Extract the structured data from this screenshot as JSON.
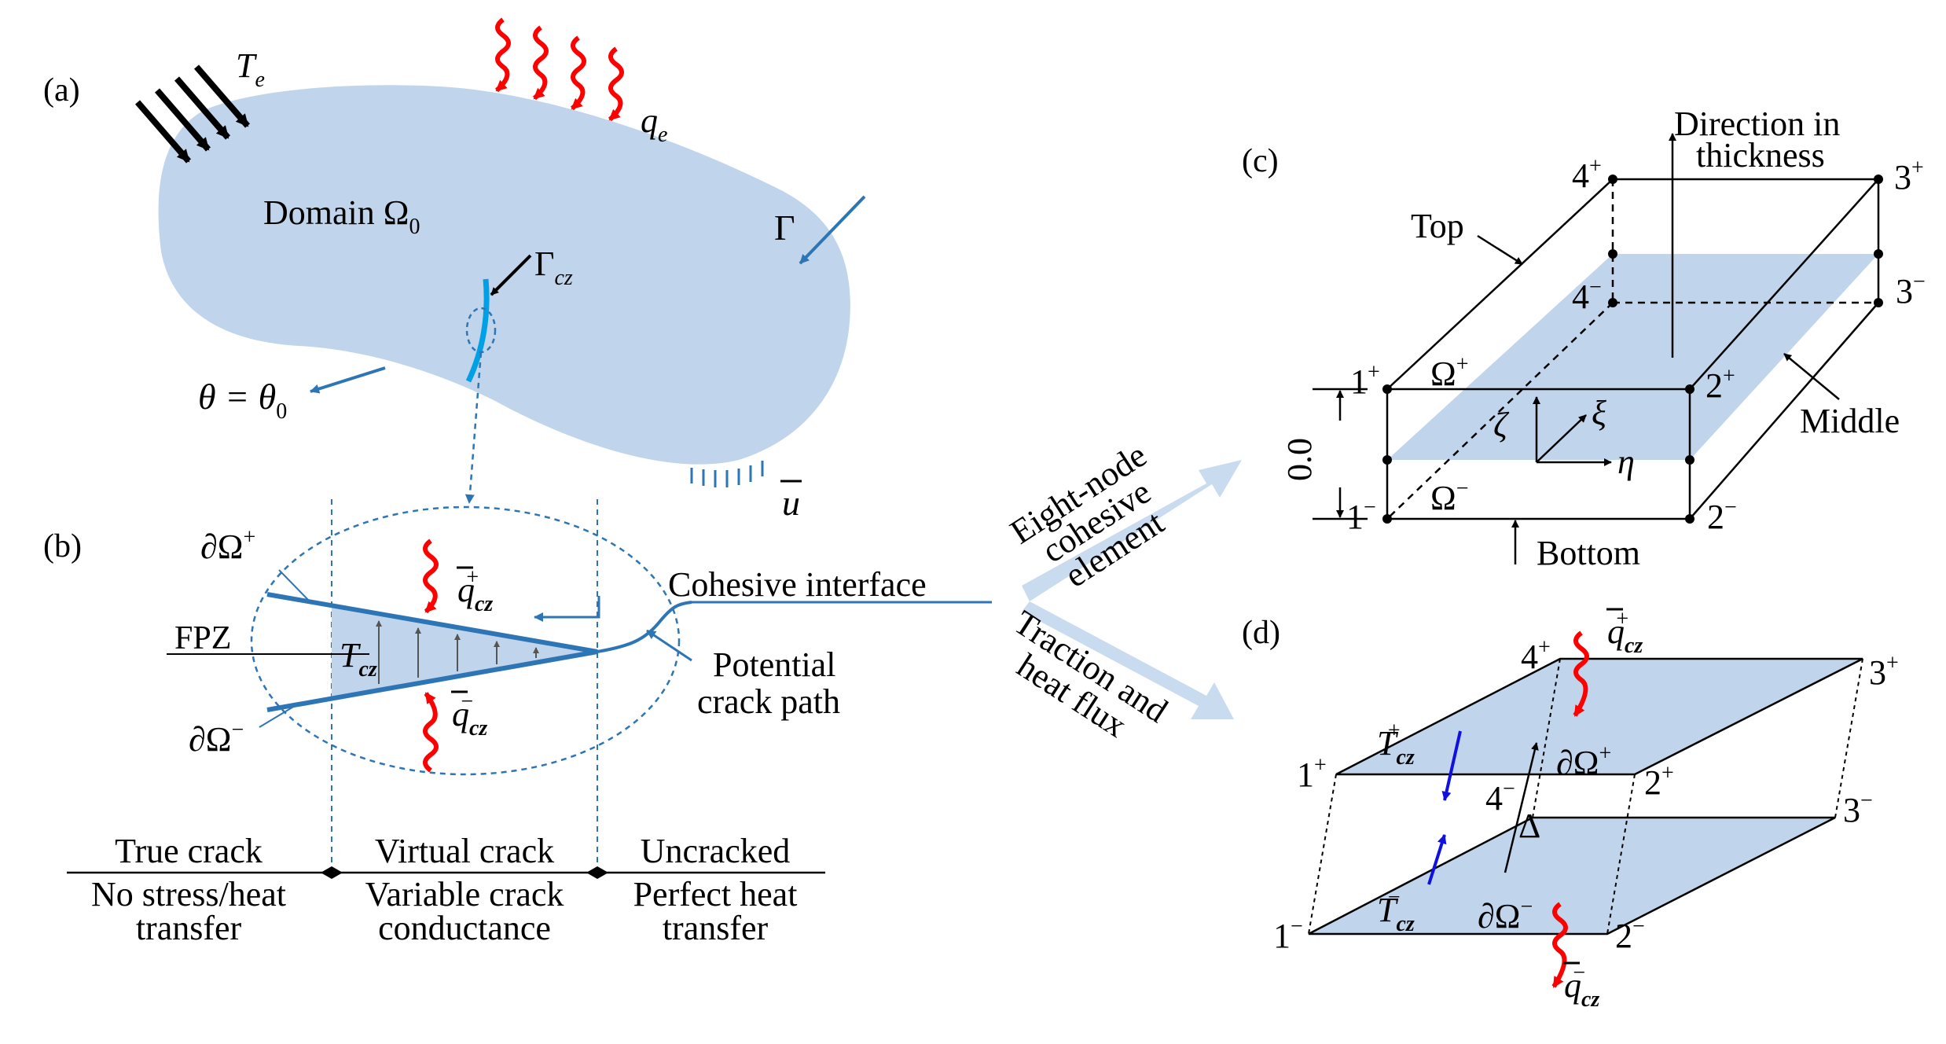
{
  "panel_labels": {
    "a": "(a)",
    "b": "(b)",
    "c": "(c)",
    "d": "(d)"
  },
  "panel_a": {
    "Te_base": "T",
    "Te_sub": "e",
    "qe_base": "q",
    "qe_sub": "e",
    "domain_prefix": "Domain Ω",
    "domain_sub": "0",
    "gamma": "Γ",
    "gamma_cz_base": "Γ",
    "gamma_cz_sub": "cz",
    "theta_eq": "θ = θ",
    "theta_sub": "0",
    "u_bar": "u"
  },
  "panel_b": {
    "dOmega_plus_base": "∂Ω",
    "dOmega_plus_sup": "+",
    "dOmega_minus_base": "∂Ω",
    "dOmega_minus_sup": "−",
    "fpz": "FPZ",
    "tcz_base": "T",
    "tcz_sub": "cz",
    "q_base": "q",
    "q_sub": "cz",
    "q_plus_sup": "+",
    "q_minus_sup": "−",
    "cohesive_interface": "Cohesive interface",
    "potential_crack_path_line1": "Potential",
    "potential_crack_path_line2": "crack path"
  },
  "zones": {
    "true_crack": "True crack",
    "true_crack_desc_line1": "No stress/heat",
    "true_crack_desc_line2": "transfer",
    "virtual_crack": "Virtual crack",
    "virtual_crack_desc_line1": "Variable crack",
    "virtual_crack_desc_line2": "conductance",
    "uncracked": "Uncracked",
    "uncracked_desc_line1": "Perfect heat",
    "uncracked_desc_line2": "transfer"
  },
  "arrows": {
    "upper_line1": "Eight-node",
    "upper_line2": "cohesive",
    "upper_line3": "element",
    "lower_line1": "Traction and",
    "lower_line2": "heat flux"
  },
  "panel_c": {
    "direction_line1": "Direction in",
    "direction_line2": "thickness",
    "top": "Top",
    "middle": "Middle",
    "bottom": "Bottom",
    "thickness_value": "0.0",
    "omega_plus_base": "Ω",
    "omega_plus_sup": "+",
    "omega_minus_base": "Ω",
    "omega_minus_sup": "−",
    "zeta": "ζ",
    "xi": "ξ",
    "eta": "η",
    "nodes": {
      "n1p": {
        "num": "1",
        "sup": "+"
      },
      "n2p": {
        "num": "2",
        "sup": "+"
      },
      "n3p": {
        "num": "3",
        "sup": "+"
      },
      "n4p": {
        "num": "4",
        "sup": "+"
      },
      "n1m": {
        "num": "1",
        "sup": "−"
      },
      "n2m": {
        "num": "2",
        "sup": "−"
      },
      "n3m": {
        "num": "3",
        "sup": "−"
      },
      "n4m": {
        "num": "4",
        "sup": "−"
      }
    }
  },
  "panel_d": {
    "q_base": "q",
    "q_sub": "cz",
    "q_plus_sup": "+",
    "q_minus_sup": "−",
    "tcz_base": "T",
    "tcz_sub": "cz",
    "tcz_plus_sup": "+",
    "tcz_minus_sup": "−",
    "dOmega_plus_base": "∂Ω",
    "dOmega_plus_sup": "+",
    "dOmega_minus_base": "∂Ω",
    "dOmega_minus_sup": "−",
    "delta": "Δ",
    "nodes": {
      "n1p": {
        "num": "1",
        "sup": "+"
      },
      "n2p": {
        "num": "2",
        "sup": "+"
      },
      "n3p": {
        "num": "3",
        "sup": "+"
      },
      "n4p": {
        "num": "4",
        "sup": "+"
      },
      "n1m": {
        "num": "1",
        "sup": "−"
      },
      "n2m": {
        "num": "2",
        "sup": "−"
      },
      "n3m": {
        "num": "3",
        "sup": "−"
      },
      "n4m": {
        "num": "4",
        "sup": "−"
      }
    }
  },
  "colors": {
    "domain_fill": "#c0d5ec",
    "blue_line": "#2e75b6",
    "crack_cyan": "#00a0e6",
    "heat_red": "#ff0000",
    "big_arrow": "#c8dbef",
    "traction_blue": "#1010e0"
  }
}
